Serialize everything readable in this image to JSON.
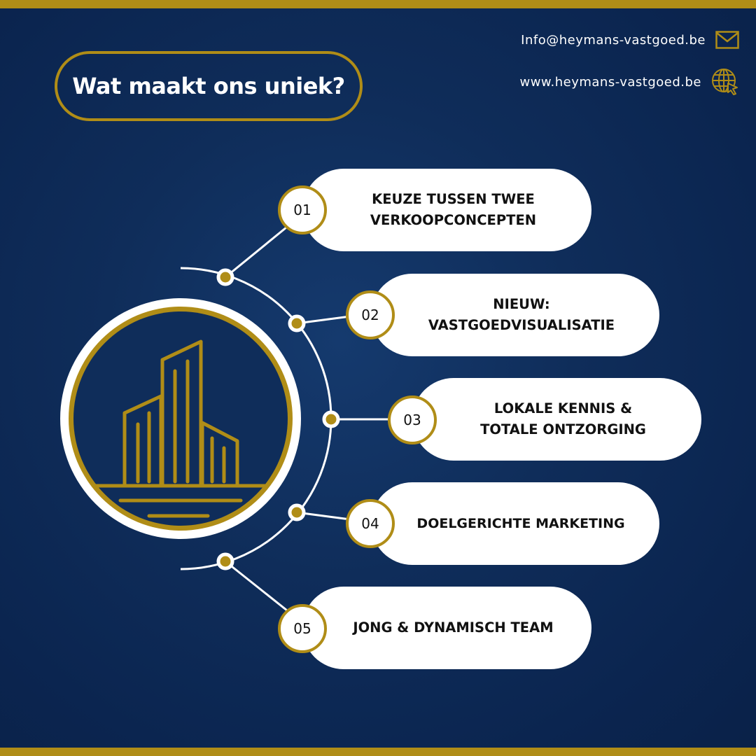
{
  "title": "Wat maakt ons uniek?",
  "contact": {
    "email": "Info@heymans-vastgoed.be",
    "email_icon": "envelope-icon",
    "website": "www.heymans-vastgoed.be",
    "website_icon": "globe-cursor-icon"
  },
  "center_icon": "building-icon",
  "colors": {
    "background": "#0b2550",
    "accent": "#b08d17",
    "pill": "#ffffff",
    "text": "#111111"
  },
  "items": [
    {
      "number": "01",
      "label": "KEUZE TUSSEN TWEE\nVERKOOPCONCEPTEN"
    },
    {
      "number": "02",
      "label": "NIEUW:\nVASTGOEDVISUALISATIE"
    },
    {
      "number": "03",
      "label": "LOKALE KENNIS &\nTOTALE ONTZORGING"
    },
    {
      "number": "04",
      "label": "DOELGERICHTE MARKETING"
    },
    {
      "number": "05",
      "label": "JONG & DYNAMISCH TEAM"
    }
  ]
}
